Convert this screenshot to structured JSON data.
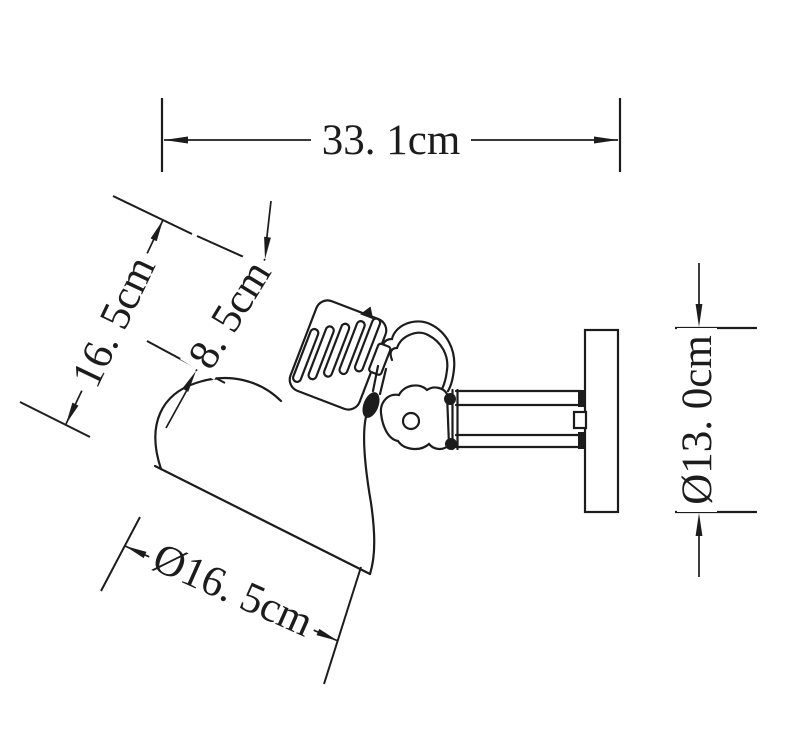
{
  "drawing": {
    "type": "technical-dimension-drawing",
    "subject": "wall-mounted spotlight lamp, side view",
    "colors": {
      "line": "#1c1c1c",
      "background": "#ffffff"
    },
    "dimensions": {
      "overall_width": {
        "label": "33. 1cm",
        "value_cm": 33.1,
        "orientation": "horizontal"
      },
      "assembly_length": {
        "label": "16. 5cm",
        "value_cm": 16.5,
        "orientation": "diagonal"
      },
      "head_depth": {
        "label": "8. 5cm",
        "value_cm": 8.5,
        "orientation": "diagonal"
      },
      "shade_diameter": {
        "label": "Ø16. 5cm",
        "value_cm": 16.5,
        "orientation": "diagonal"
      },
      "backplate_diameter": {
        "label": "Ø13. 0cm",
        "value_cm": 13.0,
        "orientation": "vertical"
      }
    }
  }
}
